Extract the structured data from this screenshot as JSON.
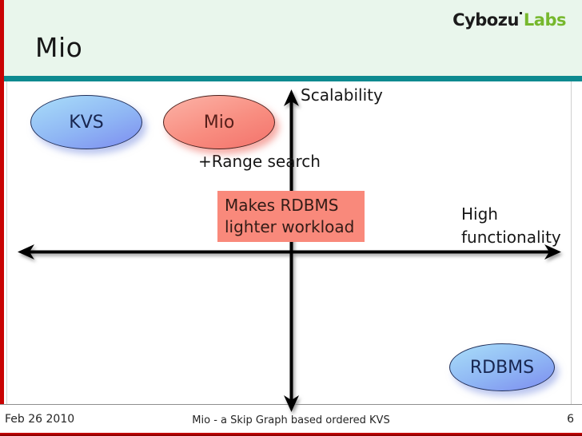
{
  "header": {
    "title": "Mio",
    "logo": {
      "brand": "Cybozu",
      "suffix": "Labs"
    }
  },
  "diagram": {
    "axes": {
      "y_label": "Scalability",
      "x_label": "High functionality"
    },
    "annotation": "+Range search",
    "callout": {
      "line1": "Makes RDBMS",
      "line2": "lighter workload"
    },
    "nodes": {
      "kvs": {
        "label": "KVS",
        "color_style": "blue"
      },
      "mio": {
        "label": "Mio",
        "color_style": "red"
      },
      "rdbms": {
        "label": "RDBMS",
        "color_style": "blue"
      }
    }
  },
  "footer": {
    "date": "Feb 26 2010",
    "title": "Mio - a Skip Graph based ordered KVS",
    "page_number": "6"
  },
  "colors": {
    "accent_red": "#c90303",
    "teal_divider": "#0e8a90",
    "band_green": "#e9f6ec",
    "logo_green": "#76b82d",
    "node_blue_gradient": [
      "#a9def9",
      "#7d8cf0"
    ],
    "node_red_gradient": [
      "#fcb3a7",
      "#f3726b"
    ],
    "callout_bg": "#f9897b"
  }
}
